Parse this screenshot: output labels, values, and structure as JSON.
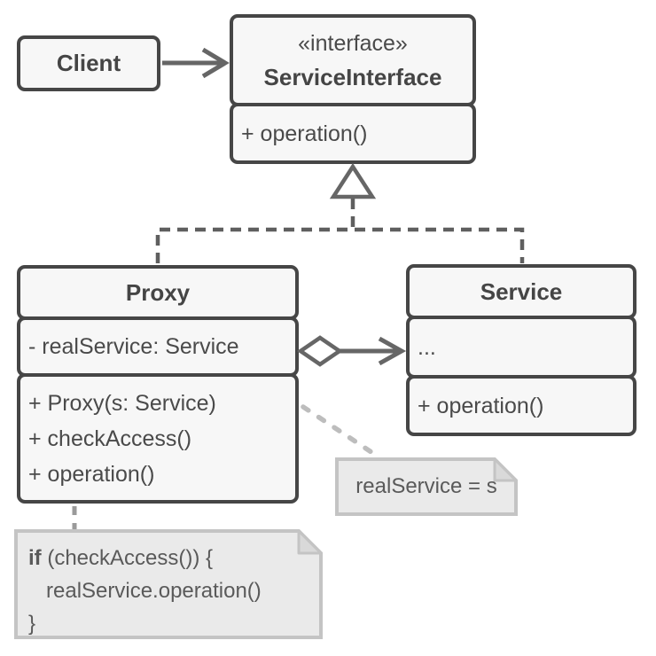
{
  "colors": {
    "box_border": "#464646",
    "box_fill": "#f7f7f7",
    "box_text": "#4a4a4a",
    "connector_gray": "#666666",
    "note_fill": "#eaeaea",
    "note_border": "#c4c4c4",
    "note_fold_fill": "#d9d9d9",
    "note_text": "#5a5a5a",
    "dotted_connector": "#bdbdbd",
    "dashed_note_connector": "#9a9a9a"
  },
  "classes": {
    "client": {
      "name": "Client"
    },
    "service_interface": {
      "stereotype": "«interface»",
      "name": "ServiceInterface",
      "methods": [
        "+ operation()"
      ]
    },
    "proxy": {
      "name": "Proxy",
      "fields": [
        "- realService: Service"
      ],
      "methods": [
        "+ Proxy(s: Service)",
        "+ checkAccess()",
        "+ operation()"
      ]
    },
    "service": {
      "name": "Service",
      "fields": [
        "..."
      ],
      "methods": [
        "+ operation()"
      ]
    }
  },
  "notes": {
    "assignment": {
      "text": "realService = s"
    },
    "code": {
      "line1_keyword": "if",
      "line1_rest": " (checkAccess()) {",
      "line2": "   realService.operation()",
      "line3": "}"
    }
  }
}
